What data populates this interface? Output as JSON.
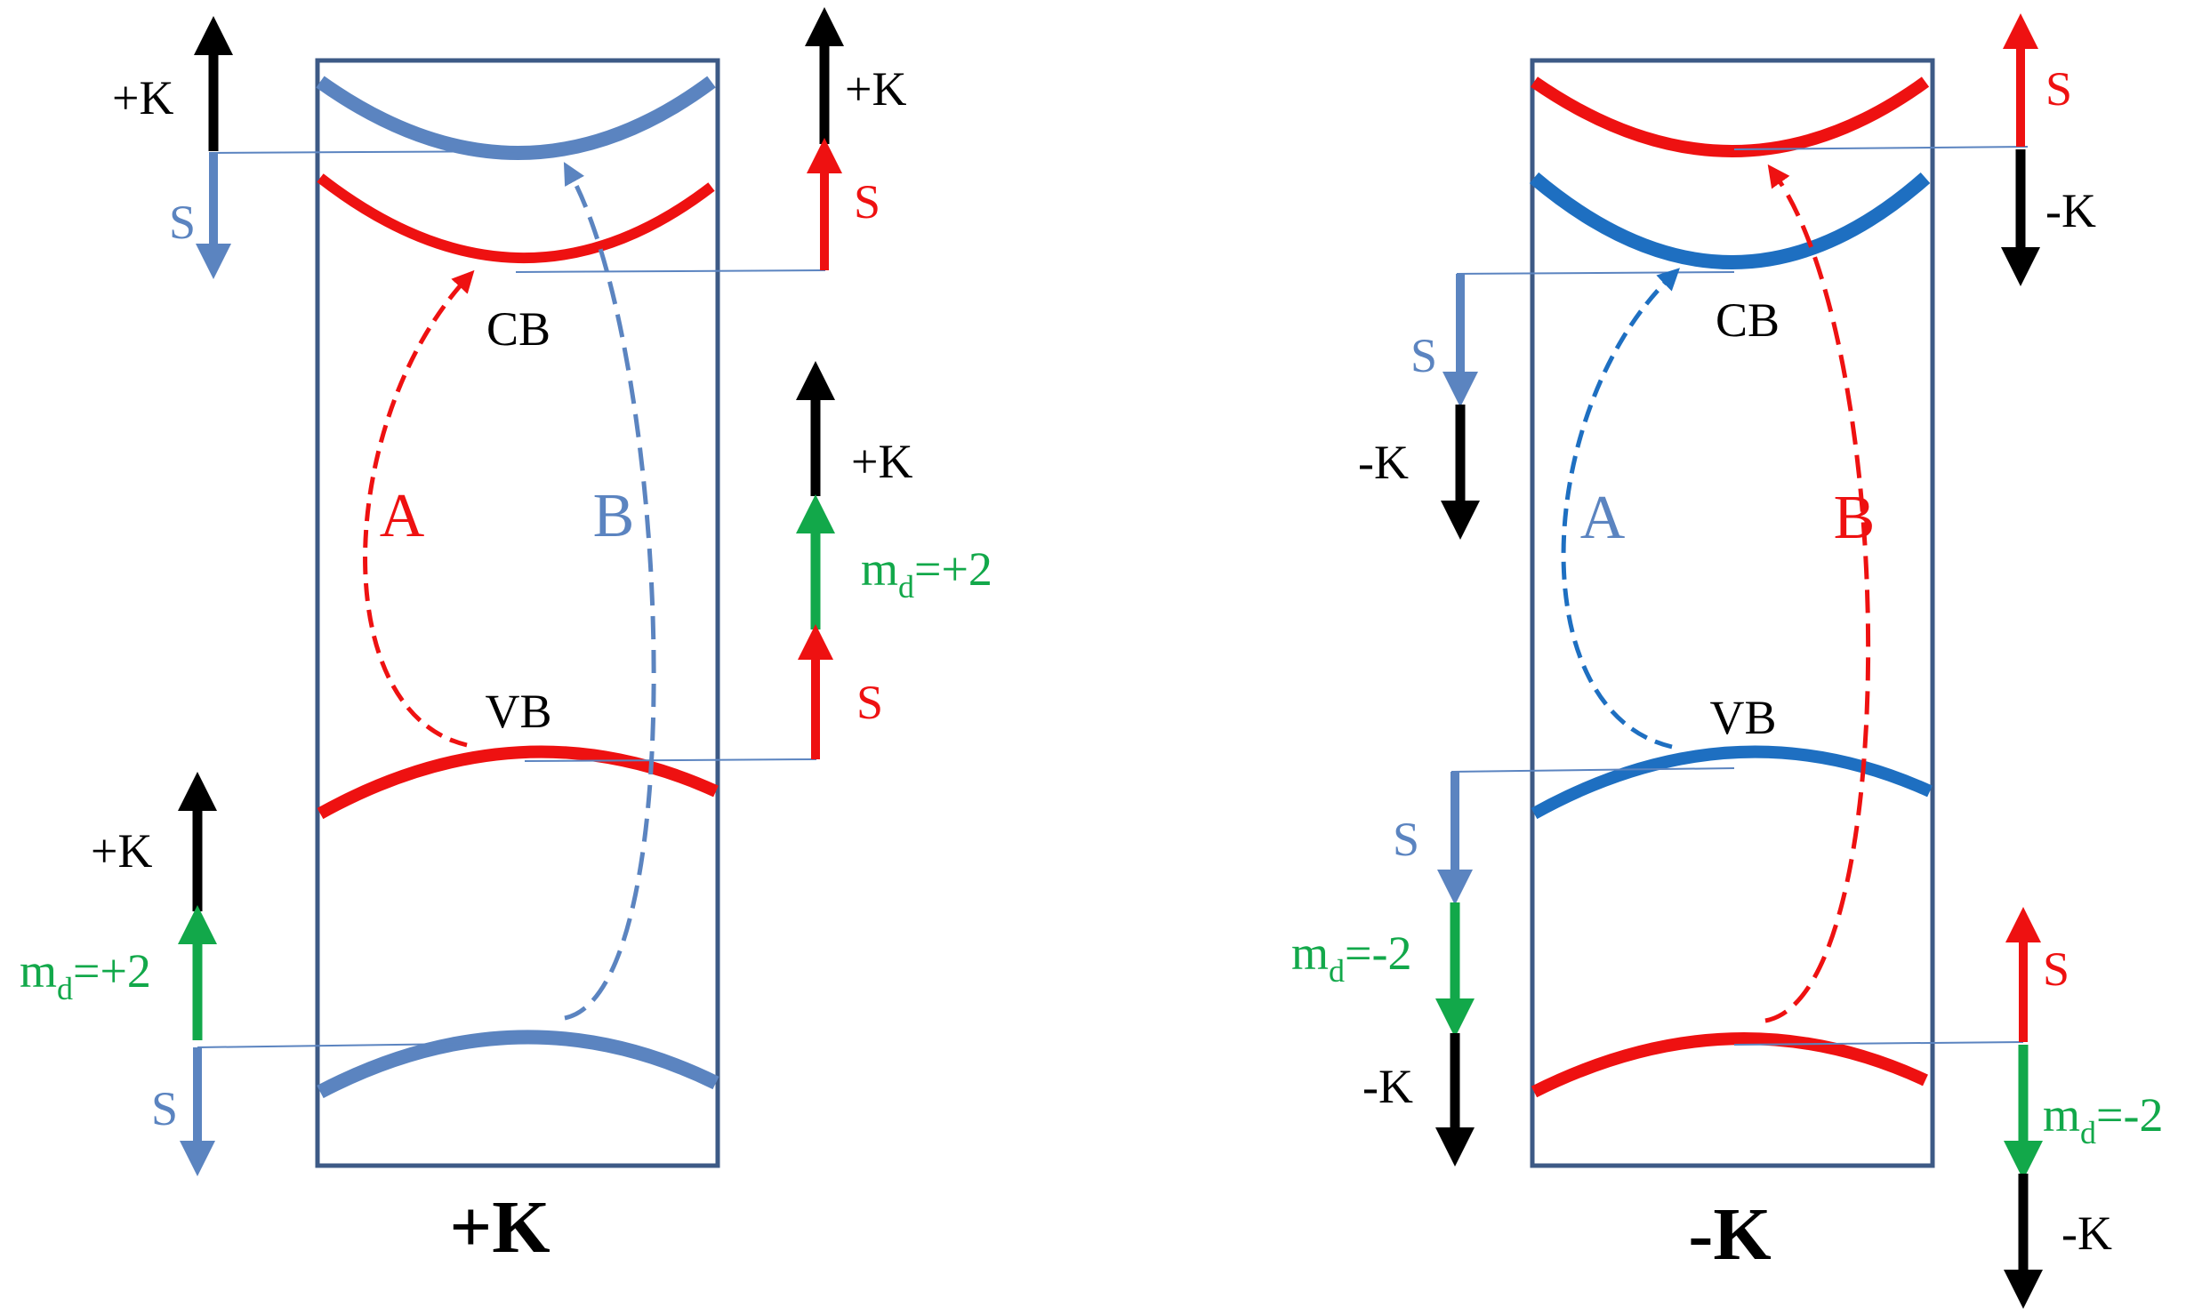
{
  "colors": {
    "red": "#ee1111",
    "blue_left": "#5b84c0",
    "blue_right": "#1e6fc1",
    "green": "#12a84a",
    "black": "#000000",
    "frame": "#3d5a86"
  },
  "panels": [
    {
      "title": "+K",
      "cb_label": "CB",
      "vb_label": "VB",
      "transition_a": "A",
      "transition_b": "B",
      "arrows": [
        {
          "text": "+K"
        },
        {
          "text": "S"
        },
        {
          "text": "+K"
        },
        {
          "text": "S"
        },
        {
          "text": "+K"
        },
        {
          "text": "m",
          "subscript": "d",
          "suffix": "=+2"
        },
        {
          "text": "S"
        },
        {
          "text": "+K"
        },
        {
          "text": "m",
          "subscript": "d",
          "suffix": "=+2"
        },
        {
          "text": "S"
        }
      ]
    },
    {
      "title": "-K",
      "cb_label": "CB",
      "vb_label": "VB",
      "transition_a": "A",
      "transition_b": "B",
      "arrows": [
        {
          "text": "S"
        },
        {
          "text": "-K"
        },
        {
          "text": "S"
        },
        {
          "text": "-K"
        },
        {
          "text": "S"
        },
        {
          "text": "m",
          "subscript": "d",
          "suffix": "=-2"
        },
        {
          "text": "-K"
        },
        {
          "text": "S"
        },
        {
          "text": "m",
          "subscript": "d",
          "suffix": "=-2"
        },
        {
          "text": "-K"
        }
      ]
    }
  ]
}
